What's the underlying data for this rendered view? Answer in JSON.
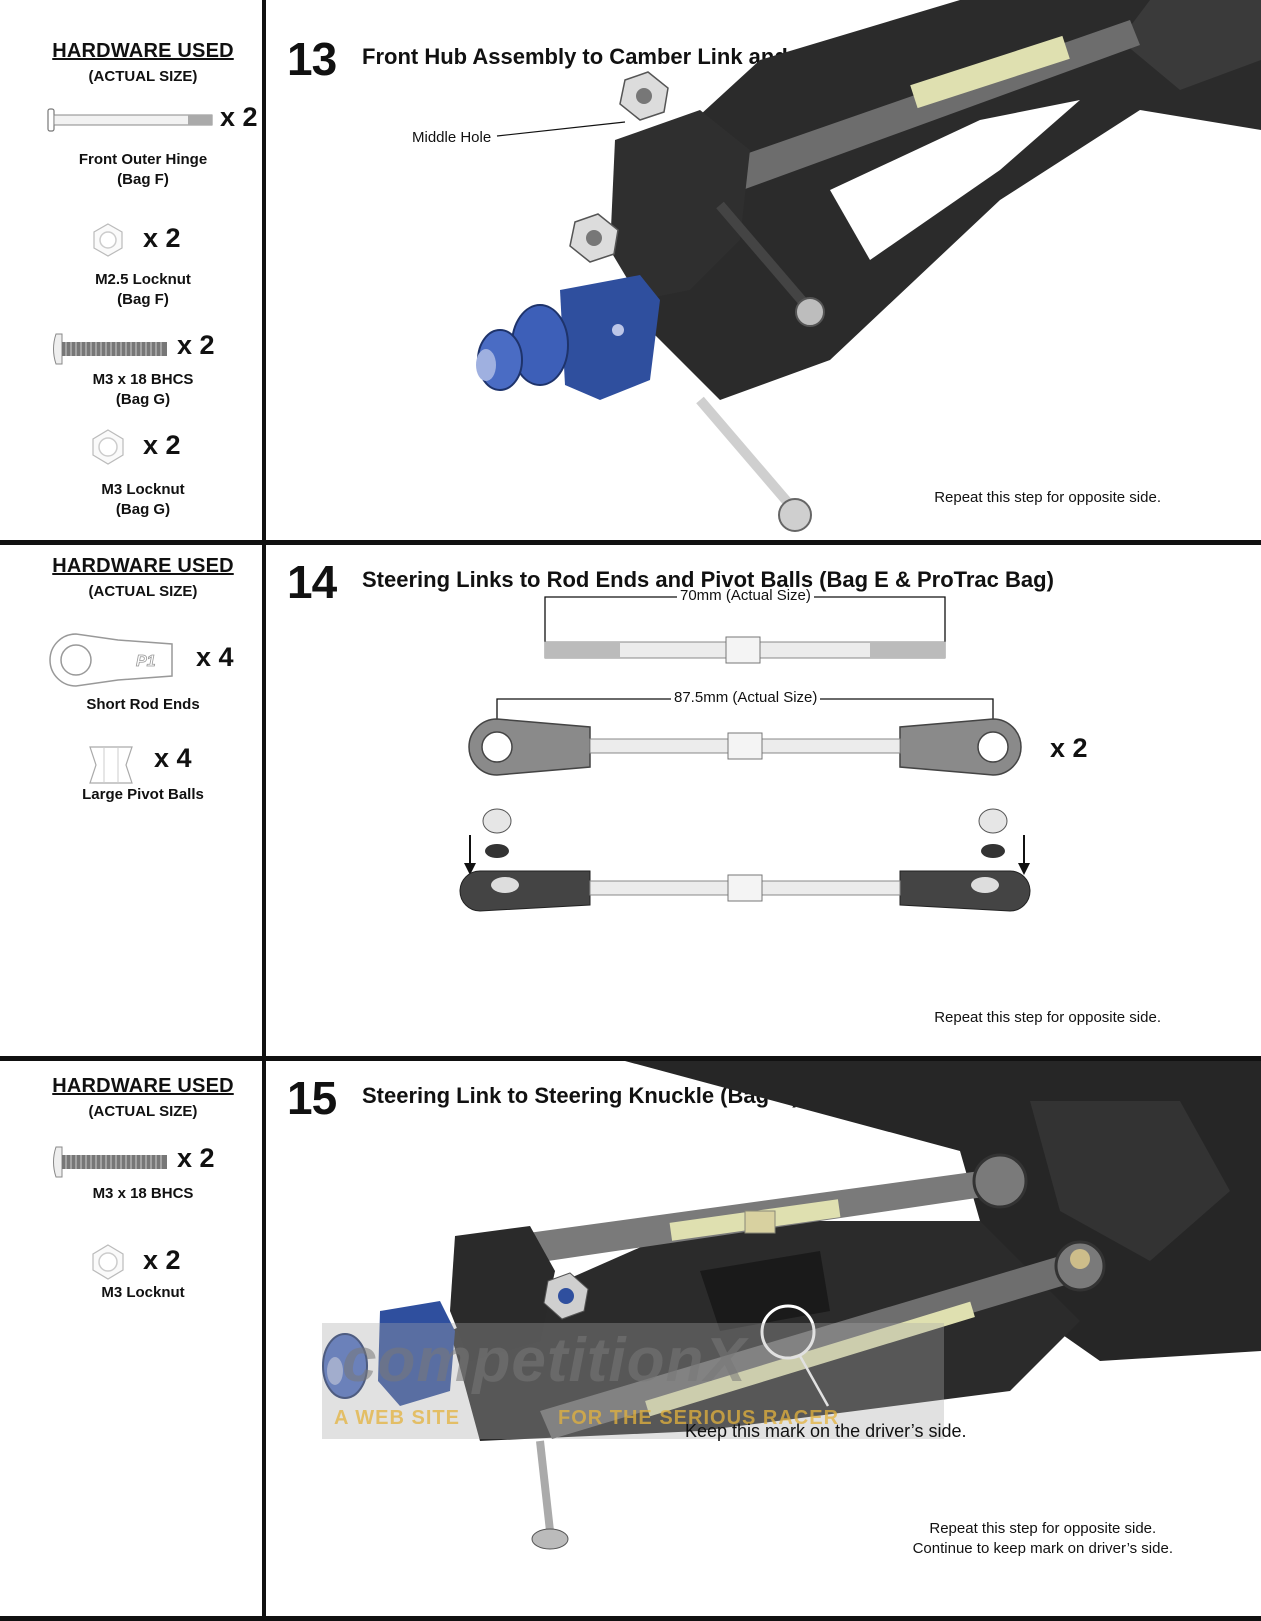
{
  "sections": [
    {
      "step_number": "13",
      "title": "Front Hub Assembly to Camber Link and Arm (Bag F & Bag G)",
      "hardware_heading": "HARDWARE USED",
      "hardware_subheading": "(ACTUAL SIZE)",
      "hardware": [
        {
          "qty": "x 2",
          "label": "Front Outer Hinge\n(Bag F)",
          "icon": "hinge-pin-icon"
        },
        {
          "qty": "x 2",
          "label": "M2.5 Locknut\n(Bag F)",
          "icon": "locknut-icon"
        },
        {
          "qty": "x 2",
          "label": "M3 x 18 BHCS\n(Bag G)",
          "icon": "screw-icon"
        },
        {
          "qty": "x 2",
          "label": "M3 Locknut\n(Bag G)",
          "icon": "locknut-icon"
        }
      ],
      "callouts": [
        "Middle Hole"
      ],
      "note": "Repeat this step for opposite side."
    },
    {
      "step_number": "14",
      "title": "Steering Links to Rod Ends and Pivot Balls (Bag E & ProTrac Bag)",
      "hardware_heading": "HARDWARE USED",
      "hardware_subheading": "(ACTUAL SIZE)",
      "hardware": [
        {
          "qty": "x 4",
          "label": "Short Rod Ends",
          "icon": "rod-end-icon"
        },
        {
          "qty": "x 4",
          "label": "Large Pivot Balls",
          "icon": "pivot-ball-icon"
        }
      ],
      "dimensions": [
        "70mm (Actual Size)",
        "87.5mm (Actual Size)"
      ],
      "assembly_qty": "x 2",
      "rod_end_logo": "P1",
      "note": "Repeat this step for opposite side."
    },
    {
      "step_number": "15",
      "title": "Steering Link to Steering Knuckle (Bag G)",
      "hardware_heading": "HARDWARE USED",
      "hardware_subheading": "(ACTUAL SIZE)",
      "hardware": [
        {
          "qty": "x 2",
          "label": "M3 x 18 BHCS",
          "icon": "screw-icon"
        },
        {
          "qty": "x 2",
          "label": "M3 Locknut",
          "icon": "locknut-icon"
        }
      ],
      "callouts": [
        "Keep this mark on the driver’s side."
      ],
      "note": "Repeat this step for opposite side.\nContinue to keep mark on driver’s side."
    }
  ],
  "watermark": {
    "brand": "competitionX",
    "tagline_left": "A WEB SITE",
    "tagline_right": "FOR THE SERIOUS RACER"
  },
  "colors": {
    "rule": "#111111",
    "part_dark": "#2b2b2b",
    "hub_blue": "#2f4f9e",
    "link_brass": "#dfe0b0",
    "watermark_red": "#b5261e",
    "watermark_gold": "#e3b23c"
  }
}
